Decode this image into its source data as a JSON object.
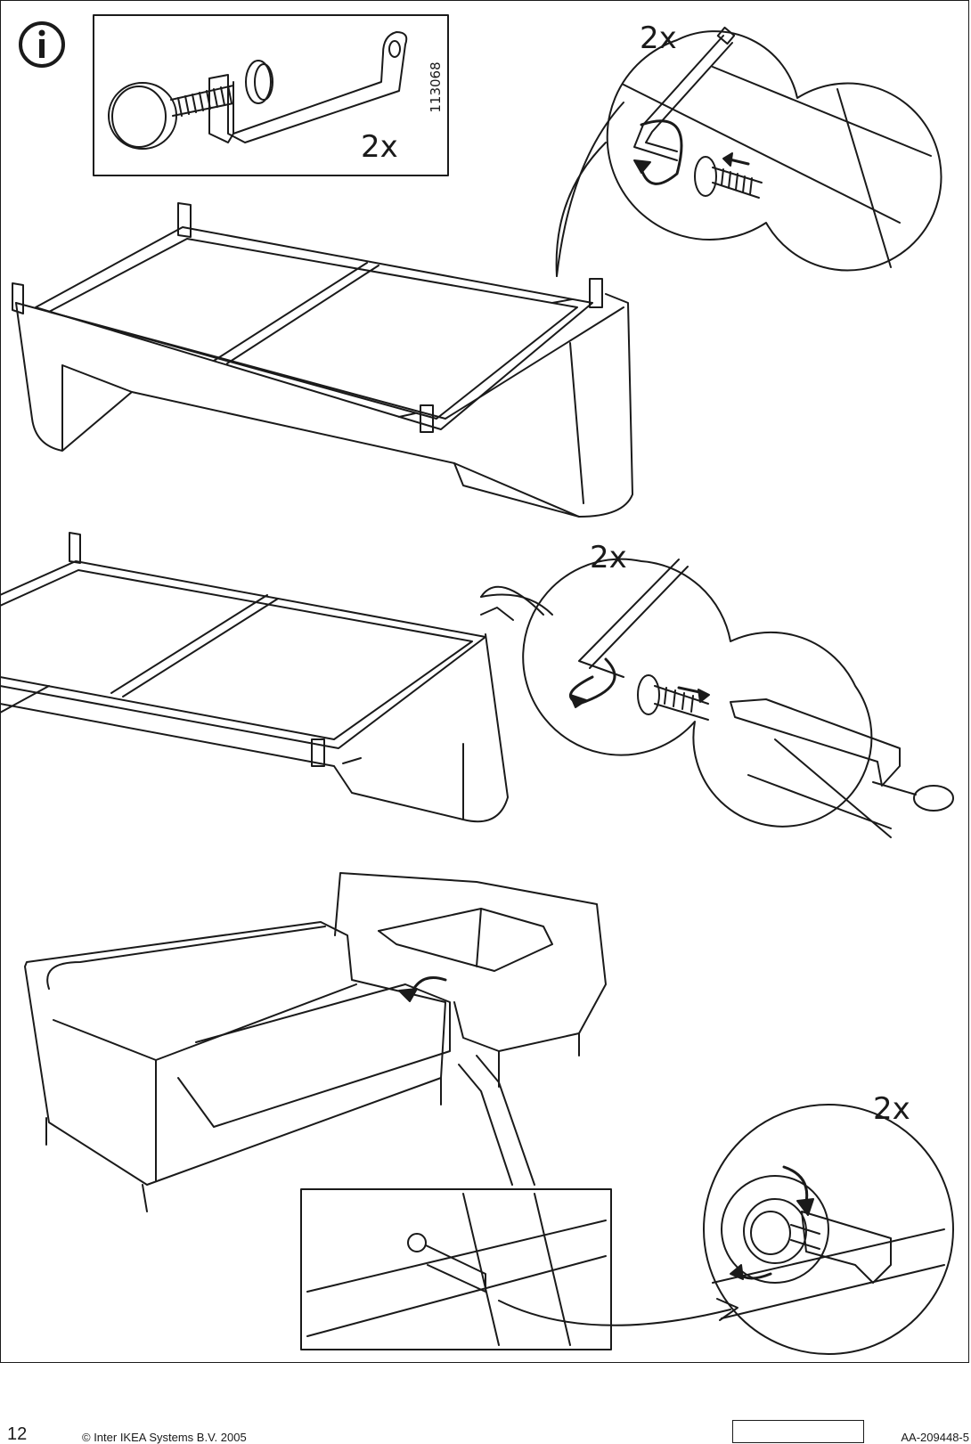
{
  "info_icon": {
    "glyph": "i",
    "name": "info-icon"
  },
  "part_box": {
    "part_number": "113068",
    "quantity": "2x"
  },
  "steps": [
    {
      "quantity": "2x"
    },
    {
      "quantity": "2x"
    },
    {
      "quantity": "2x"
    }
  ],
  "footer": {
    "page_number": "12",
    "copyright": "© Inter IKEA Systems B.V. 2005",
    "document_code": "AA-209448-5"
  },
  "colors": {
    "line": "#1a1a1a",
    "background": "#ffffff"
  }
}
